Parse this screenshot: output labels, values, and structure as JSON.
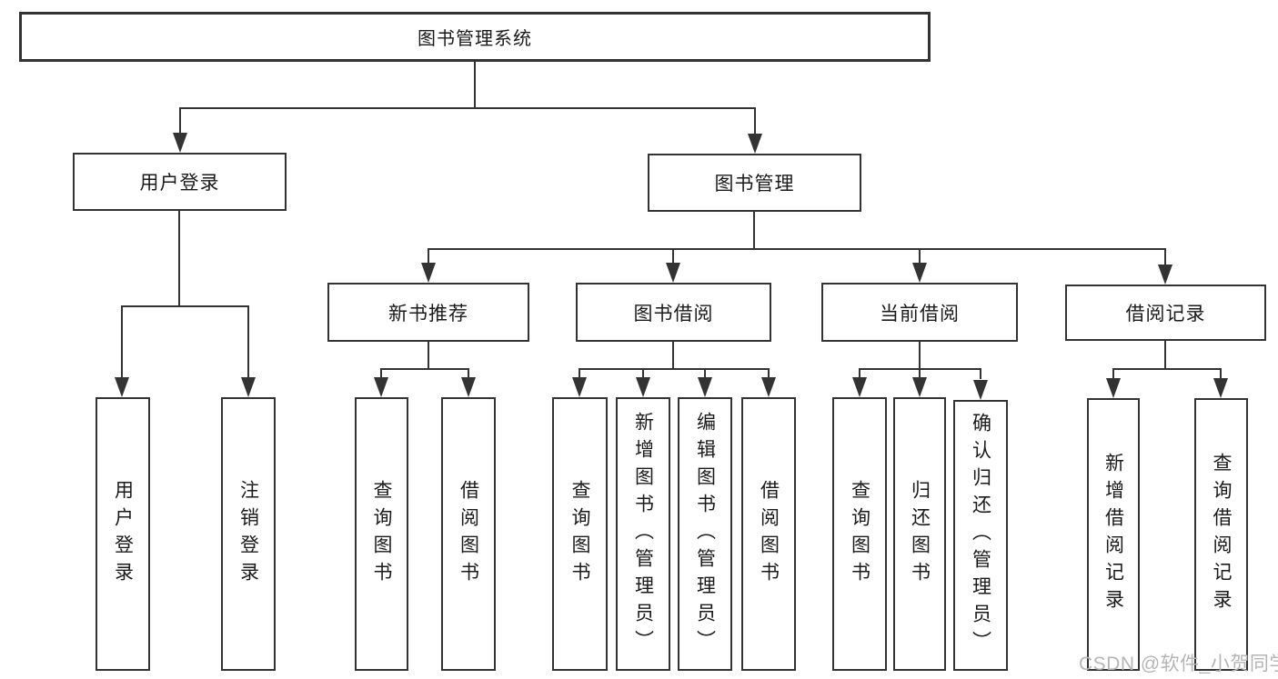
{
  "tree": {
    "label": "图书管理系统",
    "children": [
      {
        "label": "用户登录",
        "children": [
          {
            "label": "用户登录"
          },
          {
            "label": "注销登录"
          }
        ]
      },
      {
        "label": "图书管理",
        "children": [
          {
            "label": "新书推荐",
            "children": [
              {
                "label": "查询图书"
              },
              {
                "label": "借阅图书"
              }
            ]
          },
          {
            "label": "图书借阅",
            "children": [
              {
                "label": "查询图书"
              },
              {
                "label": "新增图书（管理员）"
              },
              {
                "label": "编辑图书（管理员）"
              },
              {
                "label": "借阅图书"
              }
            ]
          },
          {
            "label": "当前借阅",
            "children": [
              {
                "label": "查询图书"
              },
              {
                "label": "归还图书"
              },
              {
                "label": "确认归还（管理员）"
              }
            ]
          },
          {
            "label": "借阅记录",
            "children": [
              {
                "label": "新增借阅记录"
              },
              {
                "label": "查询借阅记录"
              }
            ]
          }
        ]
      }
    ]
  },
  "watermark": {
    "text": "CSDN @软件_小贺同学"
  },
  "colors": {
    "line": "#333333",
    "box_border": "#333333",
    "text": "#1a1a1a",
    "watermark": "#b5b5b5",
    "background": "#ffffff"
  }
}
